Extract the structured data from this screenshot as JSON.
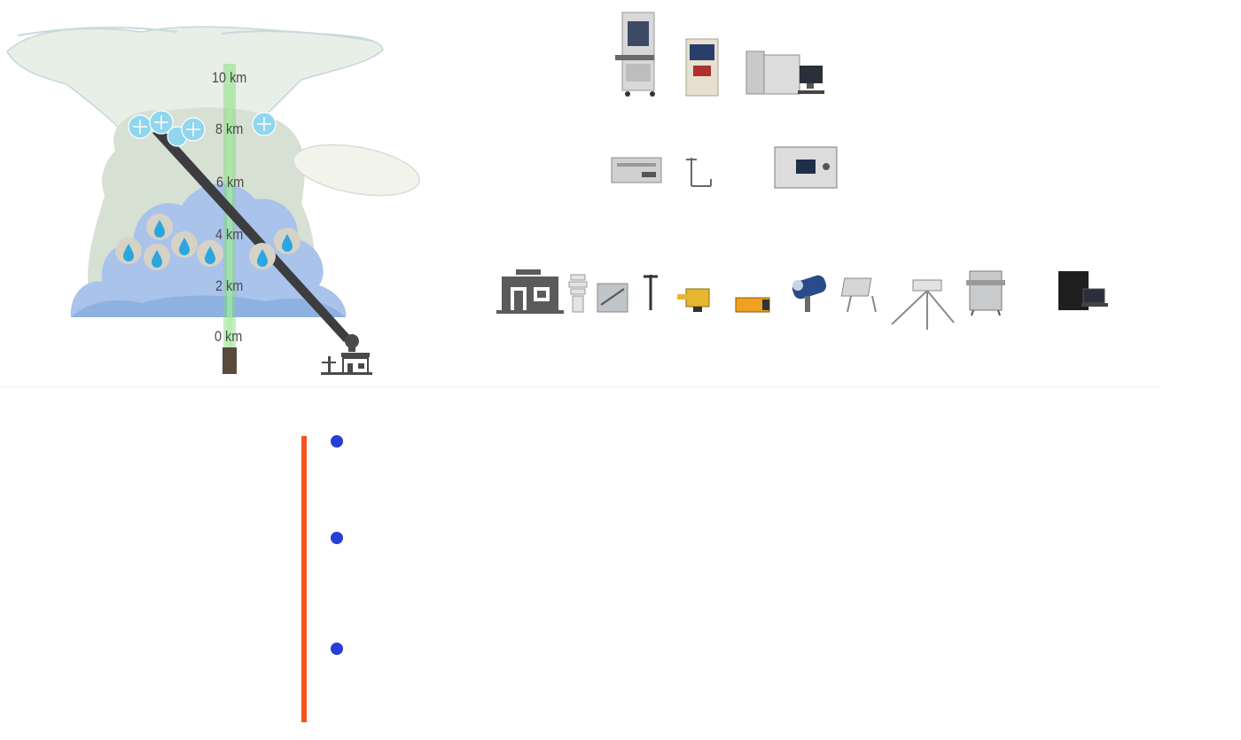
{
  "profile": {
    "altitude_labels": [
      "10 km",
      "8 km",
      "6 km",
      "4 km",
      "2 km",
      "0 km"
    ]
  },
  "icons": {
    "ice": "ice-crystal-icon",
    "droplet": "water-droplet-icon",
    "station": "ground-station-icon"
  },
  "colors": {
    "accent_bar": "#f6531e",
    "bullet": "#2640d6",
    "laser_beam": "#7fd87a",
    "ice_particle": "#8fd6ee",
    "droplet": "#2aa6e0",
    "cloud_low": "#a9c3ea",
    "instrument_gray": "#5b5b5b"
  },
  "bullets": [
    {
      "text": ""
    },
    {
      "text": ""
    },
    {
      "text": ""
    }
  ]
}
